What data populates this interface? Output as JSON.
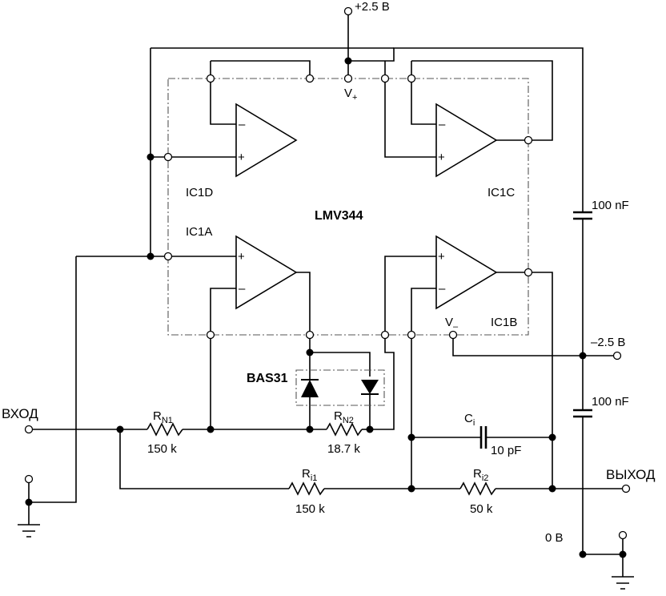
{
  "chip": "LMV344",
  "opamps": {
    "a": "IC1A",
    "b": "IC1B",
    "c": "IC1C",
    "d": "IC1D"
  },
  "signs": {
    "plus": "+",
    "minus": "–"
  },
  "supplies": {
    "vplus_pin": "V",
    "vplus_sub": "+",
    "vminus_pin": "V",
    "vminus_sub": "–",
    "pos": "+2.5 В",
    "neg": "–2.5 В",
    "ground": "0 В"
  },
  "decoupling": {
    "c_top": "100 nF",
    "c_bot": "100 nF"
  },
  "diodes": "BAS31",
  "io": {
    "input": "ВХОД",
    "output": "ВЫХОД"
  },
  "parts": {
    "rn1": {
      "name": "R",
      "sub": "N1",
      "value": "150 k"
    },
    "rn2": {
      "name": "R",
      "sub": "N2",
      "value": "18.7 k"
    },
    "ri1": {
      "name": "R",
      "sub": "i1",
      "value": "150 k"
    },
    "ri2": {
      "name": "R",
      "sub": "i2",
      "value": "50 k"
    },
    "ci": {
      "name": "C",
      "sub": "i",
      "value": "10 pF"
    }
  }
}
